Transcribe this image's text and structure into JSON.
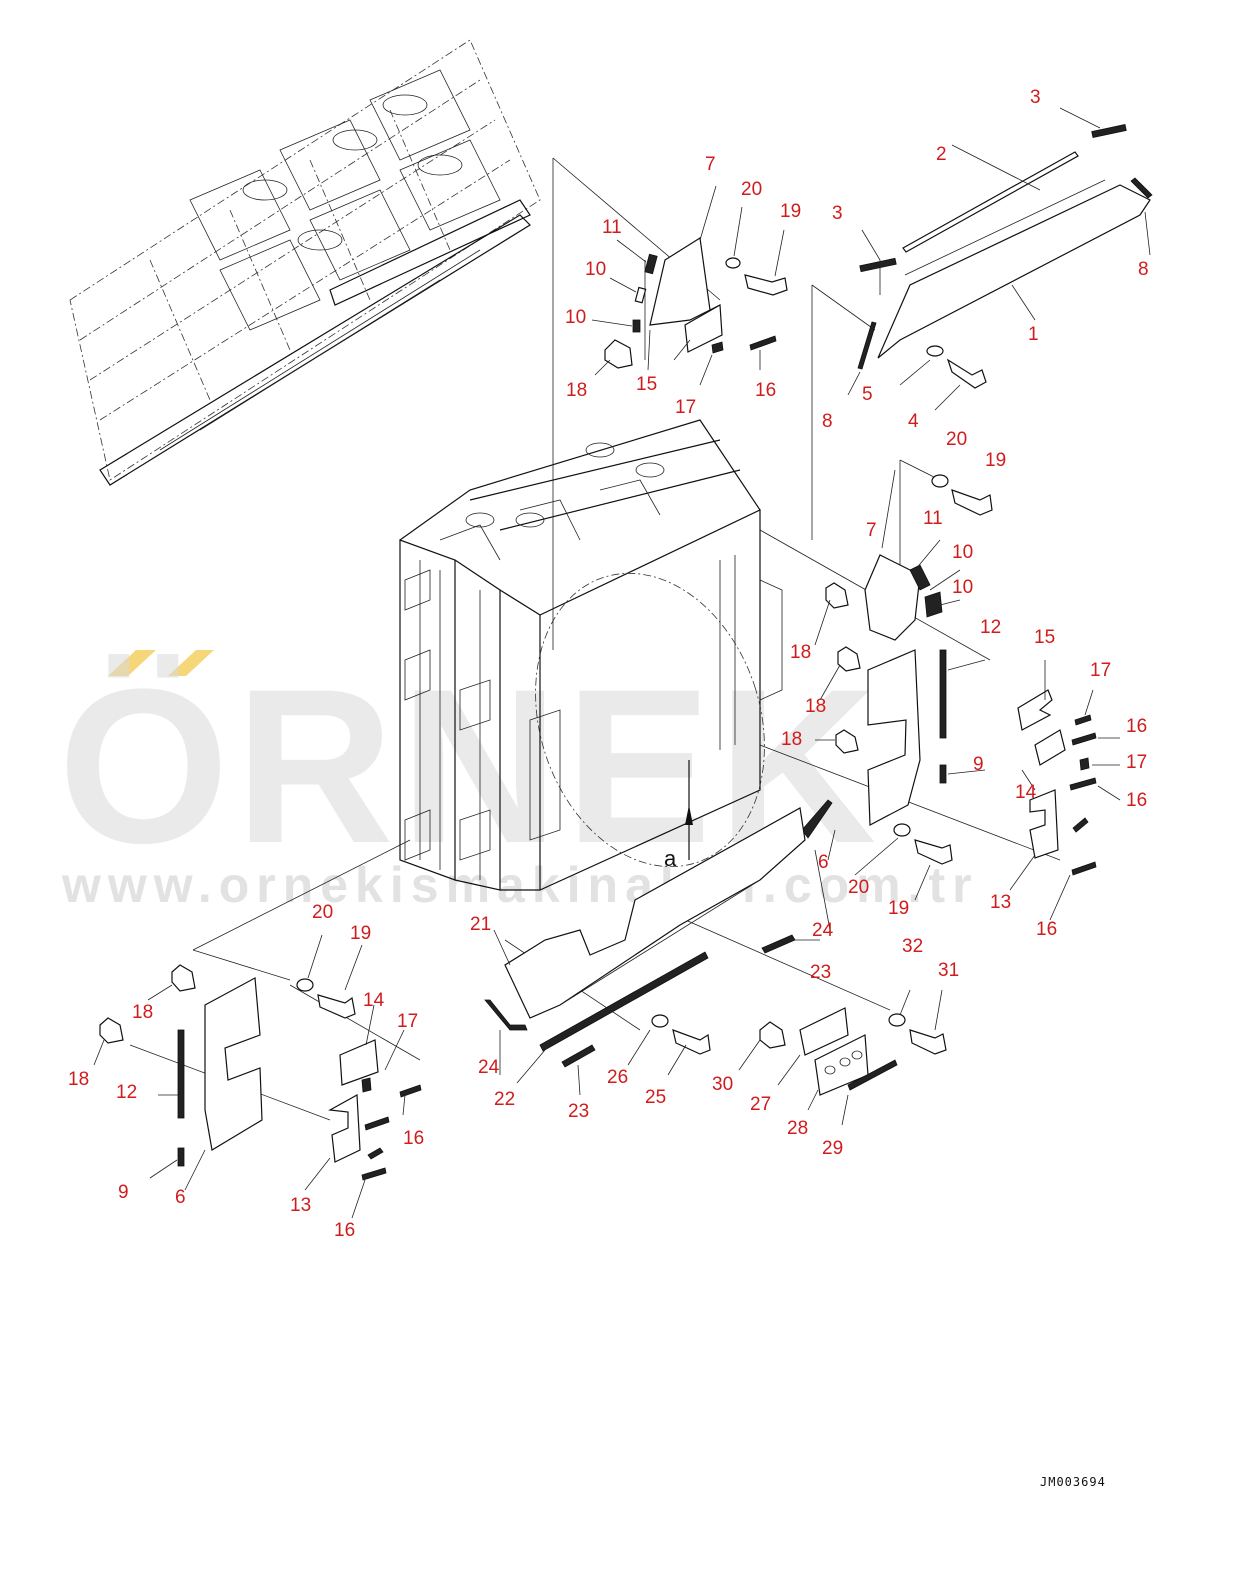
{
  "watermark": {
    "brand": "ÖRNEK",
    "url": "www.ornekismakinalari.com.tr",
    "accent_color": "#f5d77a"
  },
  "drawing": {
    "code": "JM003694",
    "view_reference": "a"
  },
  "callouts": [
    "1",
    "2",
    "3",
    "4",
    "5",
    "6",
    "7",
    "8",
    "9",
    "10",
    "11",
    "12",
    "13",
    "14",
    "15",
    "16",
    "17",
    "18",
    "19",
    "20",
    "21",
    "22",
    "23",
    "24",
    "25",
    "26",
    "27",
    "28",
    "29",
    "30",
    "31",
    "32"
  ],
  "colors": {
    "callout": "#d01c1c",
    "line": "#111111"
  }
}
